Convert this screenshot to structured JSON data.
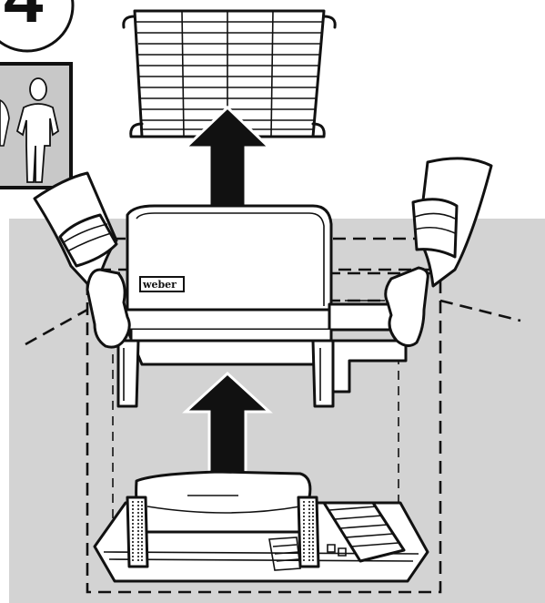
{
  "step": {
    "number": "4"
  },
  "brand": {
    "label": "weber"
  },
  "people_icon": {
    "meaning": "two-person-lift"
  },
  "colors": {
    "backdrop": "#d3d3d3",
    "ink": "#111111",
    "paper": "#ffffff"
  }
}
